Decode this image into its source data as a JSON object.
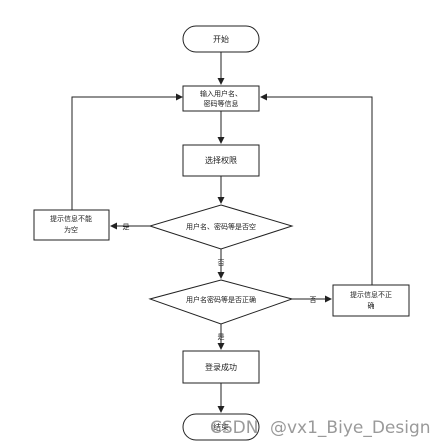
{
  "nodes": {
    "start": "开始",
    "input_line1": "输入用户名、",
    "input_line2": "密码等信息",
    "select_role": "选择权限",
    "decision_empty": "用户名、密码等是否空",
    "prompt_empty_line1": "提示信息不能",
    "prompt_empty_line2": "为空",
    "decision_correct": "用户名密码等是否正确",
    "prompt_wrong_line1": "提示信息不正",
    "prompt_wrong_line2": "确",
    "login_success": "登录成功",
    "end": "结束"
  },
  "edges": {
    "yes": "是",
    "no": "否"
  },
  "watermark": {
    "prefix": "CSDN",
    "handle": "@vx1_Biye_Design"
  }
}
